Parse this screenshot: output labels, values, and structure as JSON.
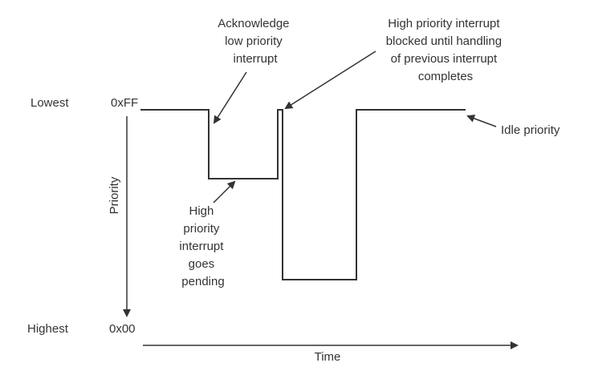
{
  "axes": {
    "lowest_label": "Lowest",
    "highest_label": "Highest",
    "top_value": "0xFF",
    "bottom_value": "0x00",
    "y_title": "Priority",
    "x_title": "Time"
  },
  "annotations": {
    "acknowledge": [
      "Acknowledge",
      "low priority",
      "interrupt"
    ],
    "blocked": [
      "High priority interrupt",
      "blocked until handling",
      "of previous interrupt",
      "completes"
    ],
    "idle": [
      "Idle priority"
    ],
    "pending": [
      "High",
      "priority",
      "interrupt",
      "goes",
      "pending"
    ]
  },
  "colors": {
    "ink": "#333333",
    "background": "#ffffff"
  }
}
